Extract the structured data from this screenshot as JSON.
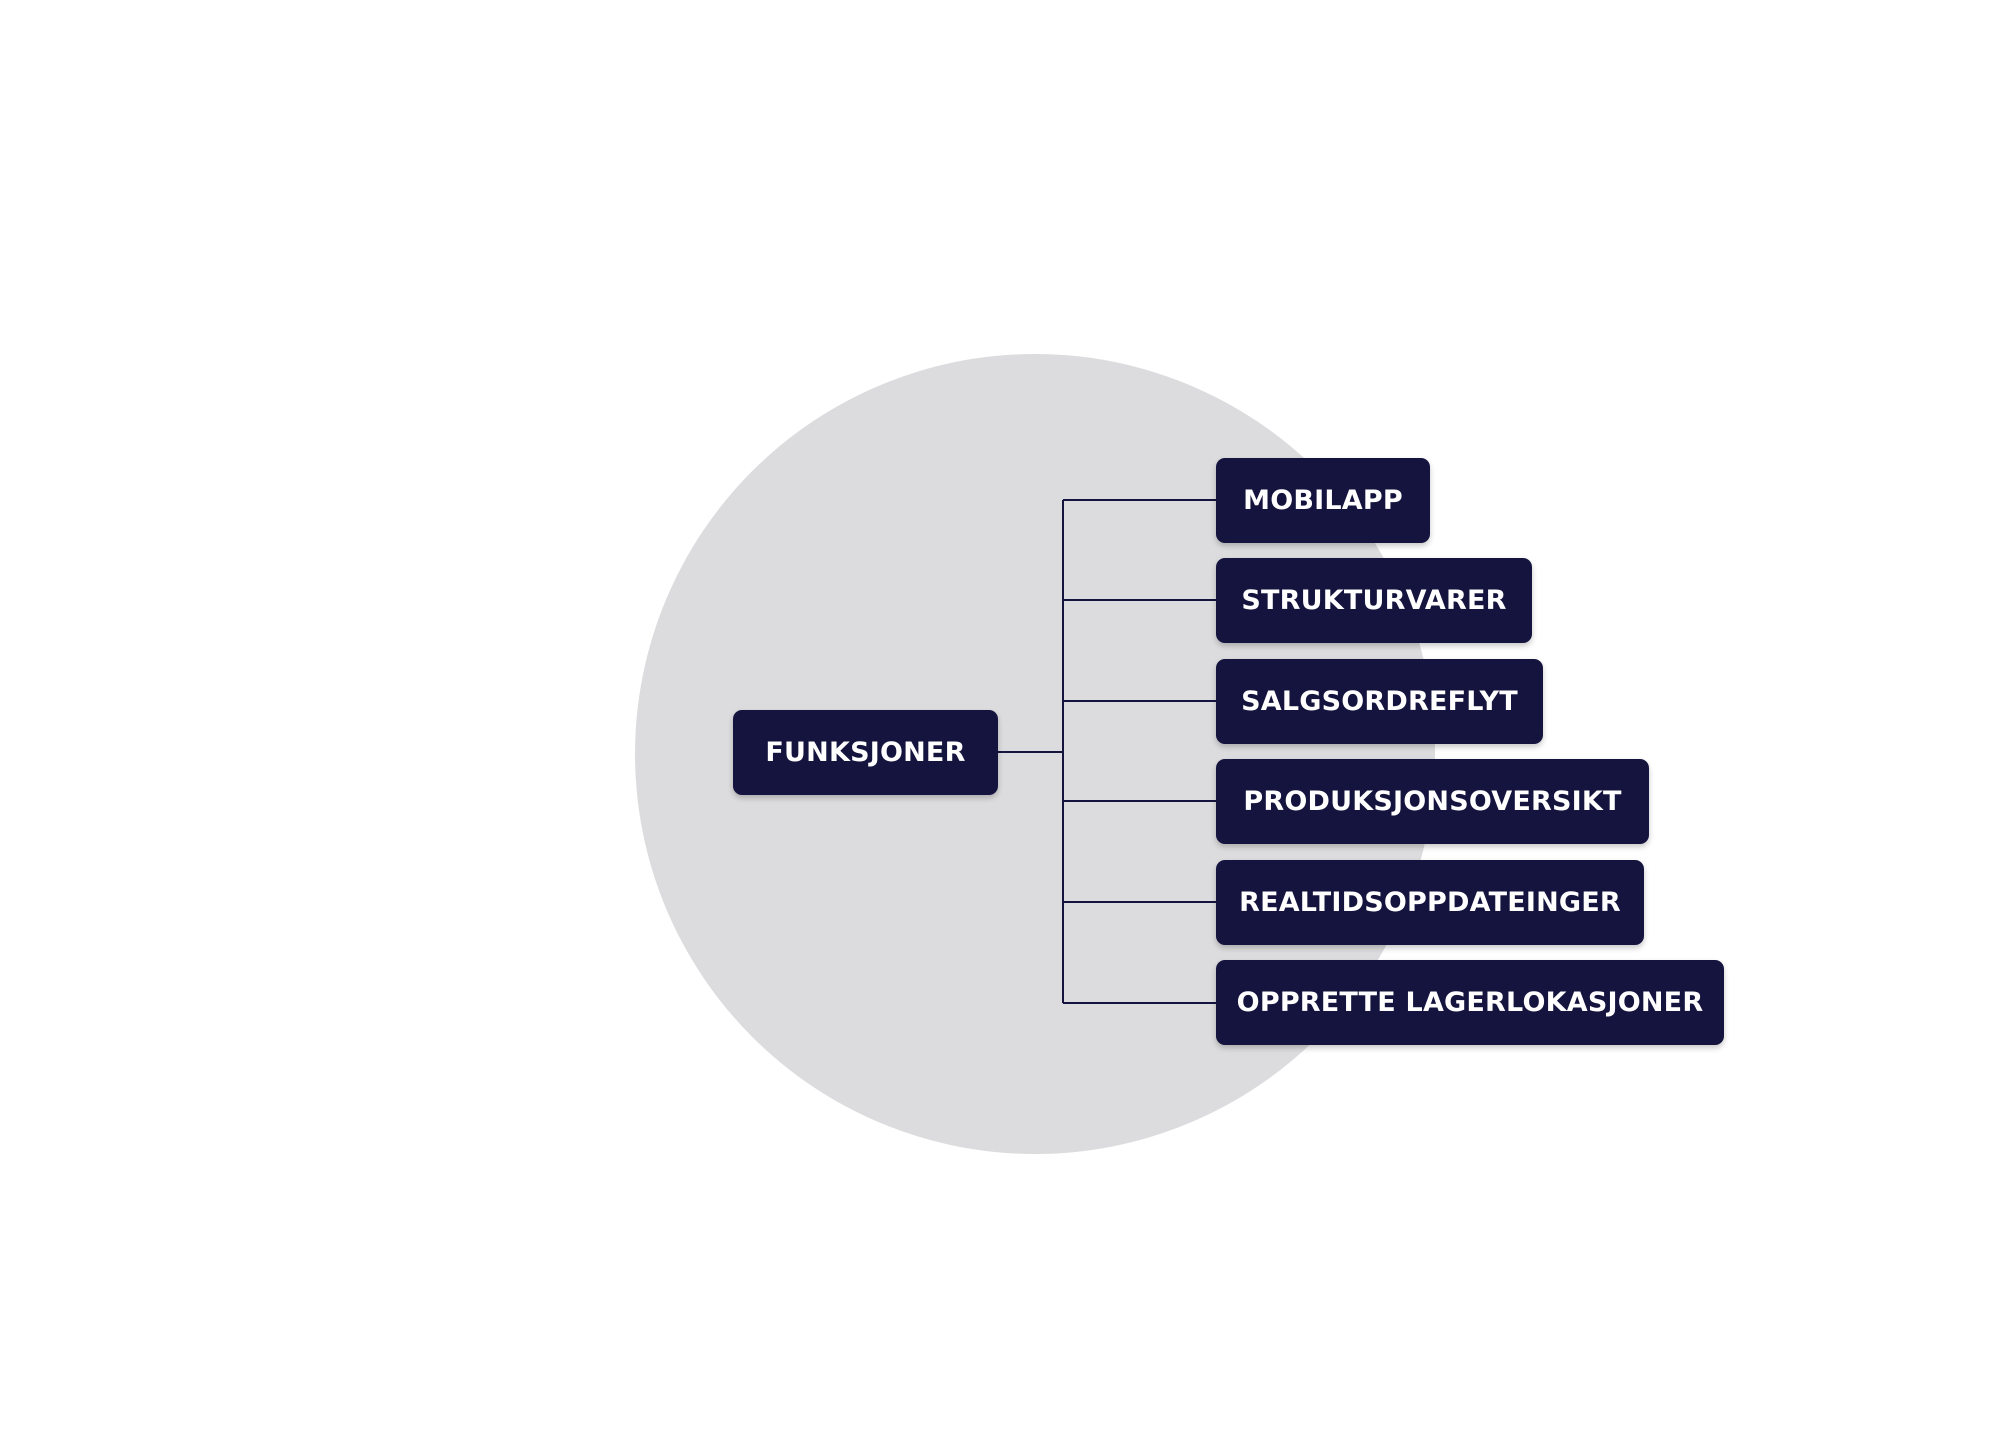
{
  "colors": {
    "node_fill": "#14143f",
    "node_text": "#ffffff",
    "circle": "#dcdcde",
    "connector": "#14143f",
    "background": "#ffffff"
  },
  "root": {
    "label": "FUNKSJONER"
  },
  "children": [
    {
      "label": "MOBILAPP"
    },
    {
      "label": "STRUKTURVARER"
    },
    {
      "label": "SALGSORDREFLYT"
    },
    {
      "label": "PRODUKSJONSOVERSIKT"
    },
    {
      "label": "REALTIDSOPPDATEINGER"
    },
    {
      "label": "OPPRETTE LAGERLOKASJONER"
    }
  ]
}
